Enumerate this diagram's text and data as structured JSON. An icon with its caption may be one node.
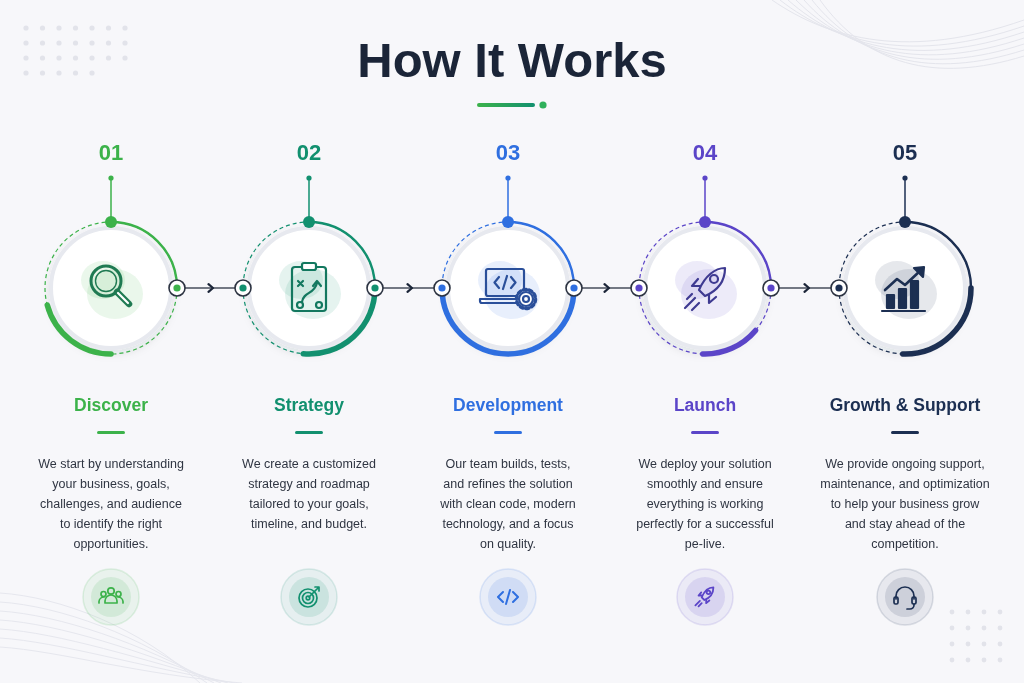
{
  "diagram": {
    "title": "How It Works",
    "nodes": [
      {
        "text": [
          "01",
          "Discover",
          "We start by understanding your business, goals, challenges, and audience to identify the right opportunities."
        ]
      },
      {
        "text": [
          "02",
          "Strategy",
          "We create a customized strategy and roadmap tailored to your goals, timeline, and budget."
        ]
      },
      {
        "text": [
          "03",
          "Development",
          "Our team builds, tests, and refines the solution with clean code, modern technology, and a focus on quality."
        ]
      },
      {
        "text": [
          "04",
          "Launch",
          "We deploy your solution smoothly and ensure everything is working perfectly for a successful pe-live."
        ]
      },
      {
        "text": [
          "05",
          "Growth & Support",
          "We provide ongoing support, maintenance, and optimization to help your business grow and stay ahead of the competition."
        ]
      }
    ],
    "edges": [
      {
        "from": 0,
        "to": 1,
        "arrow": "to"
      },
      {
        "from": 1,
        "to": 2,
        "arrow": "to"
      },
      {
        "from": 2,
        "to": 3,
        "arrow": "to"
      },
      {
        "from": 3,
        "to": 4,
        "arrow": "to"
      }
    ]
  }
}
